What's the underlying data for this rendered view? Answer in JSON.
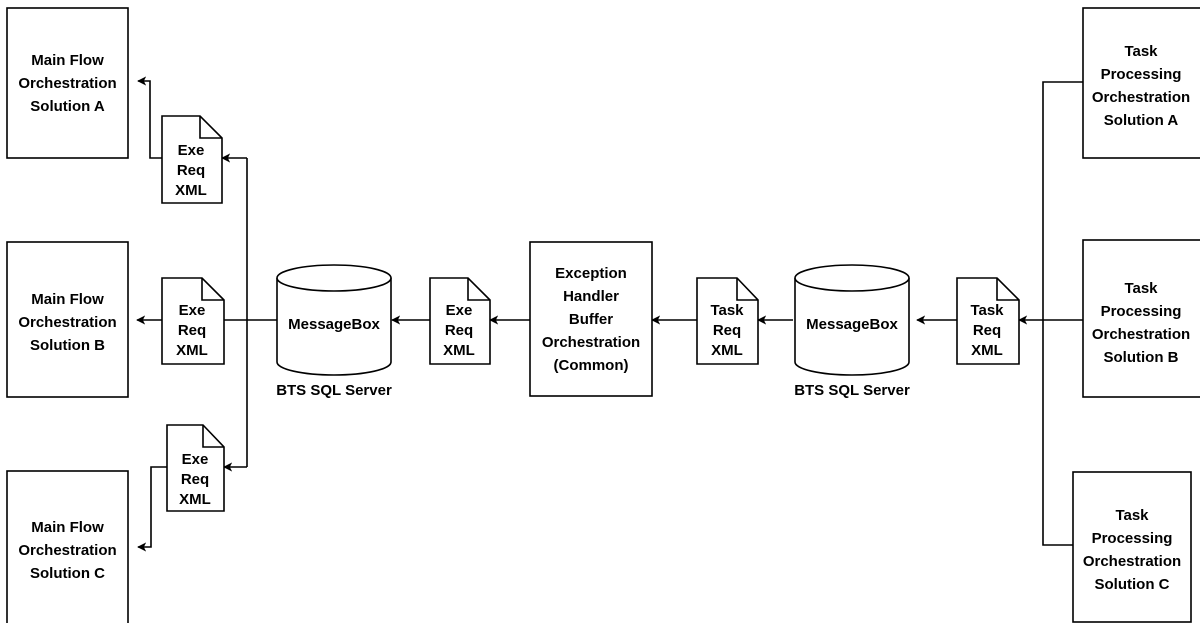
{
  "left_boxes": {
    "a": [
      "Main Flow",
      "Orchestration",
      "Solution A"
    ],
    "b": [
      "Main Flow",
      "Orchestration",
      "Solution B"
    ],
    "c": [
      "Main Flow",
      "Orchestration",
      "Solution C"
    ]
  },
  "right_boxes": {
    "a": [
      "Task",
      "Processing",
      "Orchestration",
      "Solution A"
    ],
    "b": [
      "Task",
      "Processing",
      "Orchestration",
      "Solution B"
    ],
    "c": [
      "Task",
      "Processing",
      "Orchestration",
      "Solution C"
    ]
  },
  "docs": {
    "exe": [
      "Exe",
      "Req",
      "XML"
    ],
    "task": [
      "Task",
      "Req",
      "XML"
    ]
  },
  "handler": [
    "Exception",
    "Handler",
    "Buffer",
    "Orchestration",
    "(Common)"
  ],
  "messagebox": {
    "label": "MessageBox",
    "caption": "BTS SQL Server"
  }
}
